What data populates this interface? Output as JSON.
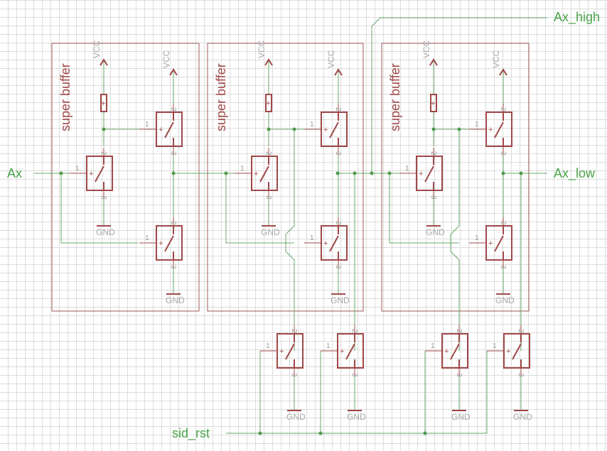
{
  "diagram": {
    "type": "schematic",
    "blocks": [
      {
        "label": "super buffer"
      },
      {
        "label": "super buffer"
      },
      {
        "label": "super buffer"
      }
    ],
    "nets": {
      "input": "Ax",
      "high": "Ax_high",
      "low": "Ax_low",
      "reset": "sid_rst"
    },
    "power_labels": {
      "vcc": "VCC",
      "gnd": "GND"
    },
    "pin_labels": {
      "gate": "1",
      "drain": "2",
      "source": "3"
    },
    "colors": {
      "symbol": "#a04848",
      "wire": "#6aa86a",
      "net_label": "#49a349",
      "grid": "#dcdcdc",
      "pin_text": "#9a9a9a"
    }
  }
}
